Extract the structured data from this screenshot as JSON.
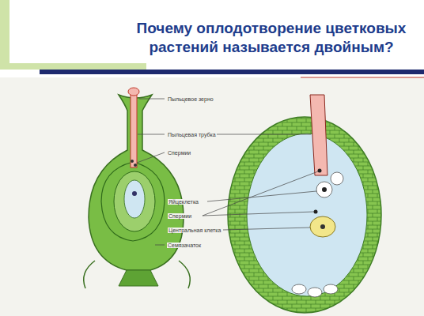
{
  "diagram": {
    "title": "Почему оплодотворение цветковых растений называется двойным?",
    "labels": [
      "Пыльцевое зерно",
      "Пыльцевая трубка",
      "Спермии",
      "Яйцеклетка",
      "Спермии",
      "Центральная клетка",
      "Семязачаток"
    ]
  }
}
